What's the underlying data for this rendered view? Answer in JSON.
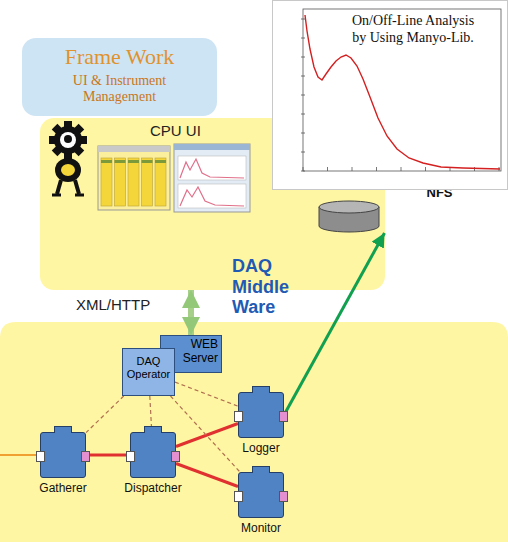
{
  "diagram": {
    "nodes": [
      {
        "text": [
          "Frame Work",
          "UI & Instrument Management"
        ]
      },
      {
        "text": [
          "CPU UI"
        ]
      },
      {
        "text": [
          "NFS"
        ],
        "in": 1
      },
      {
        "text": [
          "On/Off-Line Analysis by Using Manyo-Lib."
        ]
      },
      {
        "text": [
          "WEB Server"
        ]
      },
      {
        "text": [
          "DAQ Operator"
        ]
      },
      {
        "text": [
          "Gatherer"
        ]
      },
      {
        "text": [
          "Dispatcher"
        ]
      },
      {
        "text": [
          "Logger"
        ]
      },
      {
        "text": [
          "Monitor"
        ]
      }
    ],
    "edges": [
      {
        "from": 1,
        "to": 4,
        "arrow": "both"
      },
      {
        "from": 6,
        "to": 7,
        "arrow": "none"
      },
      {
        "from": 7,
        "to": 8,
        "arrow": "none"
      },
      {
        "from": 7,
        "to": 9,
        "arrow": "none"
      },
      {
        "from": 5,
        "to": 6,
        "arrow": "none"
      },
      {
        "from": 5,
        "to": 7,
        "arrow": "none"
      },
      {
        "from": 5,
        "to": 8,
        "arrow": "none"
      },
      {
        "from": 5,
        "to": 9,
        "arrow": "none"
      },
      {
        "from": 8,
        "to": 2,
        "arrow": "to"
      }
    ],
    "labels": [
      "XML/HTTP",
      "DAQ Middle Ware"
    ]
  }
}
